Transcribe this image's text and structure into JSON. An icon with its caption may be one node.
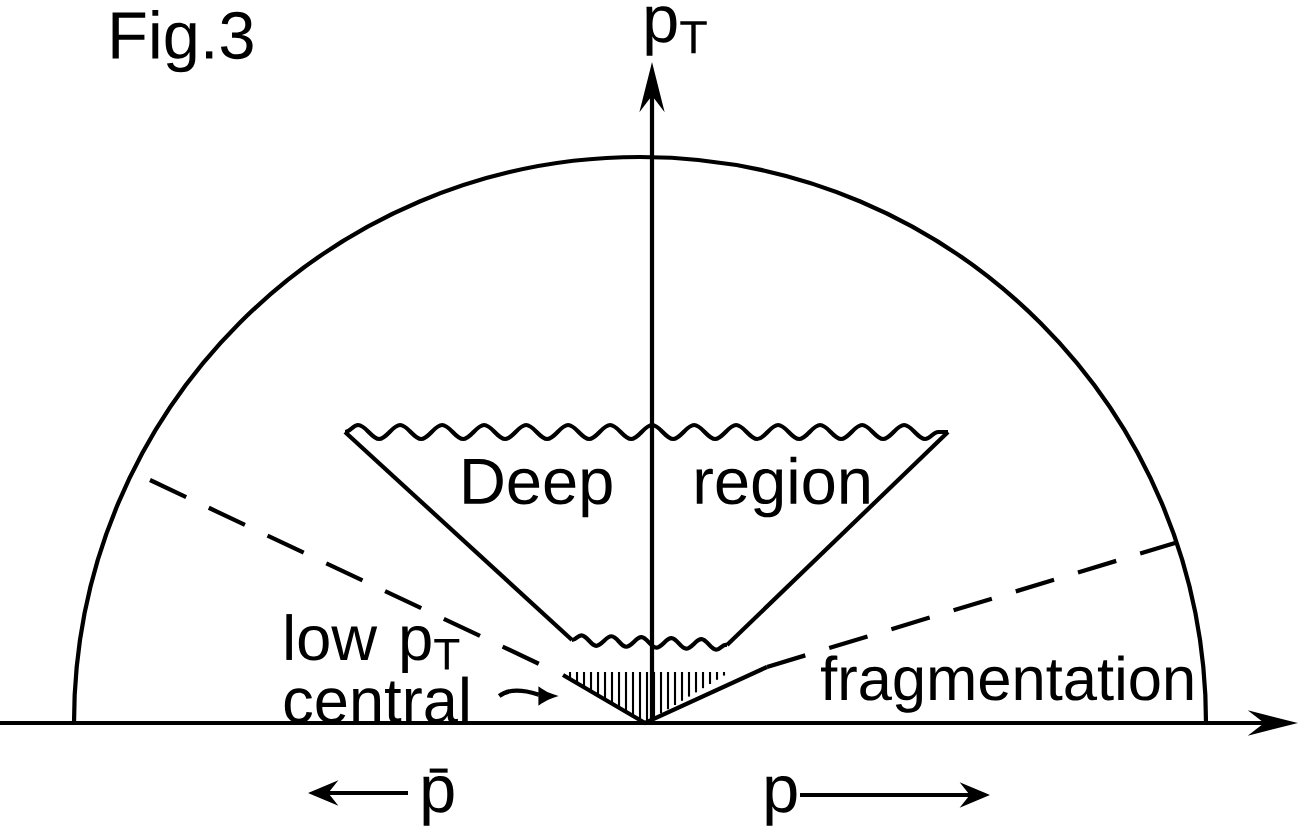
{
  "diagram": {
    "title": "Fig.3",
    "nodes": [
      {
        "text": [
          "Deep region"
        ]
      },
      {
        "text": [
          "low p$_{T}$ central"
        ]
      },
      {
        "text": [],
        "shape": "triangle"
      }
    ],
    "edges": [
      {
        "from": 1,
        "to": 2,
        "arrow": "to"
      }
    ],
    "labels": [
      "p$_{T}$",
      "fragmentation",
      "p̄",
      "p"
    ]
  }
}
